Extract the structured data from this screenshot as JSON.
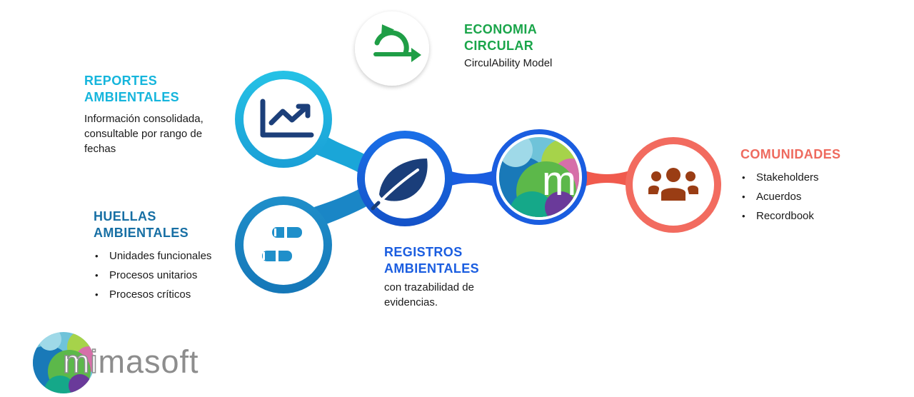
{
  "nodes": {
    "economia": {
      "title_lines": [
        "ECONOMIA",
        "CIRCULAR"
      ],
      "desc": "CirculAbility Model",
      "color": "#1aa54a",
      "icon": "circular-arrow-icon"
    },
    "reportes": {
      "title_lines": [
        "REPORTES",
        "AMBIENTALES"
      ],
      "desc_lines": [
        "Información consolidada,",
        "consultable por rango de",
        "fechas"
      ],
      "color": "#15b5dc",
      "icon": "trend-chart-icon"
    },
    "huellas": {
      "title_lines": [
        "HUELLAS",
        "AMBIENTALES"
      ],
      "bullets": [
        "Unidades funcionales",
        "Procesos unitarios",
        "Procesos críticos"
      ],
      "color": "#176fa4",
      "icon": "footprints-icon"
    },
    "registros": {
      "title_lines": [
        "REGISTROS",
        "AMBIENTALES"
      ],
      "desc_lines": [
        "con trazabilidad de",
        "evidencias."
      ],
      "color": "#1a5de0",
      "icon": "leaf-icon"
    },
    "comunidades": {
      "title": "COMUNIDADES",
      "bullets": [
        "Stakeholders",
        "Acuerdos",
        "Recordbook"
      ],
      "color": "#ee6a5e",
      "icon": "people-group-icon"
    },
    "center": {
      "letter": "m",
      "icon": "mimasoft-m-icon"
    }
  },
  "logo": {
    "prefix": "mi",
    "rest": "masoft"
  }
}
